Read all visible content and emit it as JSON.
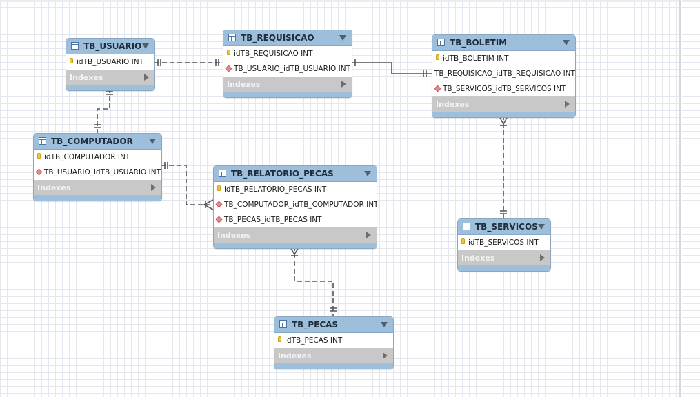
{
  "diagram": {
    "tables": [
      {
        "id": "tb_usuario",
        "name": "TB_USUARIO",
        "columns": [
          {
            "name": "idTB_USUARIO INT",
            "icon": "primary-key-icon"
          }
        ],
        "indexes_label": "Indexes"
      },
      {
        "id": "tb_requisicao",
        "name": "TB_REQUISICAO",
        "columns": [
          {
            "name": "idTB_REQUISICAO INT",
            "icon": "primary-key-icon"
          },
          {
            "name": "TB_USUARIO_idTB_USUARIO INT",
            "icon": "foreign-key-icon"
          }
        ],
        "indexes_label": "Indexes"
      },
      {
        "id": "tb_boletim",
        "name": "TB_BOLETIM",
        "columns": [
          {
            "name": "idTB_BOLETIM INT",
            "icon": "primary-key-icon"
          },
          {
            "name": "TB_REQUISICAO_idTB_REQUISICAO INT",
            "icon": ""
          },
          {
            "name": "TB_SERVICOS_idTB_SERVICOS INT",
            "icon": "foreign-key-icon"
          }
        ],
        "indexes_label": "Indexes"
      },
      {
        "id": "tb_computador",
        "name": "TB_COMPUTADOR",
        "columns": [
          {
            "name": "idTB_COMPUTADOR INT",
            "icon": "primary-key-icon"
          },
          {
            "name": "TB_USUARIO_idTB_USUARIO INT",
            "icon": "foreign-key-icon"
          }
        ],
        "indexes_label": "Indexes"
      },
      {
        "id": "tb_relatorio_pecas",
        "name": "TB_RELATORIO_PECAS",
        "columns": [
          {
            "name": "idTB_RELATORIO_PECAS INT",
            "icon": "primary-key-icon"
          },
          {
            "name": "TB_COMPUTADOR_idTB_COMPUTADOR INT",
            "icon": "foreign-key-icon"
          },
          {
            "name": "TB_PECAS_idTB_PECAS INT",
            "icon": "foreign-key-icon"
          }
        ],
        "indexes_label": "Indexes"
      },
      {
        "id": "tb_servicos",
        "name": "TB_SERVICOS",
        "columns": [
          {
            "name": "idTB_SERVICOS INT",
            "icon": "primary-key-icon"
          }
        ],
        "indexes_label": "Indexes"
      },
      {
        "id": "tb_pecas",
        "name": "TB_PECAS",
        "columns": [
          {
            "name": "idTB_PECAS INT",
            "icon": "primary-key-icon"
          }
        ],
        "indexes_label": "Indexes"
      }
    ],
    "relationships": [
      {
        "from": "TB_USUARIO",
        "to": "TB_REQUISICAO",
        "identifying": false
      },
      {
        "from": "TB_REQUISICAO",
        "to": "TB_BOLETIM",
        "identifying": true
      },
      {
        "from": "TB_USUARIO",
        "to": "TB_COMPUTADOR",
        "identifying": false
      },
      {
        "from": "TB_COMPUTADOR",
        "to": "TB_RELATORIO_PECAS",
        "identifying": false
      },
      {
        "from": "TB_SERVICOS",
        "to": "TB_BOLETIM",
        "identifying": false
      },
      {
        "from": "TB_PECAS",
        "to": "TB_RELATORIO_PECAS",
        "identifying": false
      }
    ],
    "colors": {
      "header": "#9ebfdb",
      "indexes_bar": "#c8c8c8",
      "connector": "#555555",
      "grid": "#e4e8ee"
    }
  }
}
